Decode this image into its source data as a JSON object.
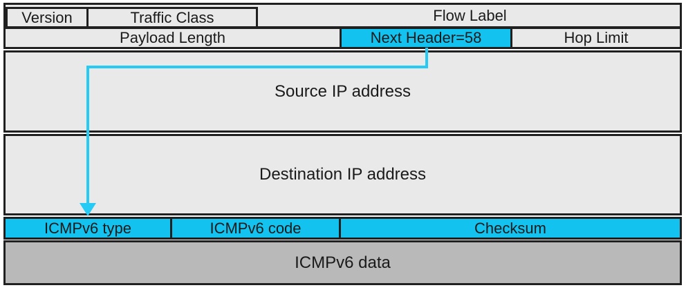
{
  "colors": {
    "field-fill": "#e9e9e9",
    "highlight": "#14c2f0",
    "data-fill": "#b9b9b9",
    "border": "#202020",
    "arrow": "#25caf5",
    "text": "#1a1a1a"
  },
  "header": {
    "version": "Version",
    "traffic_class": "Traffic Class",
    "flow_label": "Flow Label",
    "payload_length": "Payload Length",
    "next_header": "Next Header=58",
    "hop_limit": "Hop Limit",
    "source": "Source IP address",
    "destination": "Destination IP address"
  },
  "icmpv6": {
    "type": "ICMPv6 type",
    "code": "ICMPv6 code",
    "checksum": "Checksum",
    "data": "ICMPv6 data"
  },
  "arrow": {
    "from": "Next Header=58",
    "to": "ICMPv6 type"
  }
}
